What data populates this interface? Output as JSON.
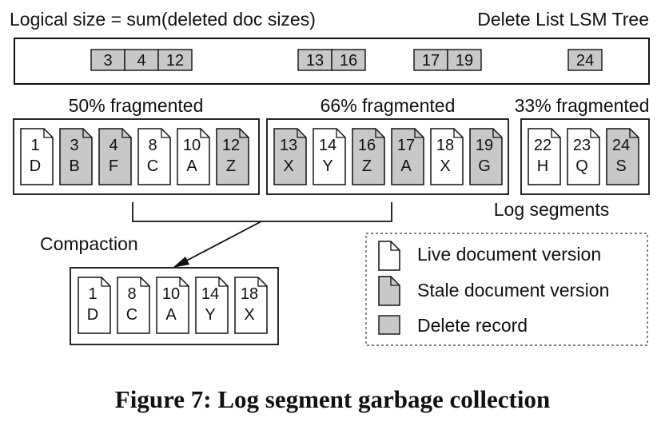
{
  "title_left": "Logical size = sum(deleted doc sizes)",
  "title_right": "Delete List LSM Tree",
  "delete_groups": [
    [
      "3",
      "4",
      "12"
    ],
    [
      "13",
      "16"
    ],
    [
      "17",
      "19"
    ],
    [
      "24"
    ]
  ],
  "segments": [
    {
      "label": "50% fragmented",
      "docs": [
        {
          "num": "1",
          "letter": "D",
          "stale": false
        },
        {
          "num": "3",
          "letter": "B",
          "stale": true
        },
        {
          "num": "4",
          "letter": "F",
          "stale": true
        },
        {
          "num": "8",
          "letter": "C",
          "stale": false
        },
        {
          "num": "10",
          "letter": "A",
          "stale": false
        },
        {
          "num": "12",
          "letter": "Z",
          "stale": true
        }
      ]
    },
    {
      "label": "66% fragmented",
      "docs": [
        {
          "num": "13",
          "letter": "X",
          "stale": true
        },
        {
          "num": "14",
          "letter": "Y",
          "stale": false
        },
        {
          "num": "16",
          "letter": "Z",
          "stale": true
        },
        {
          "num": "17",
          "letter": "A",
          "stale": true
        },
        {
          "num": "18",
          "letter": "X",
          "stale": false
        },
        {
          "num": "19",
          "letter": "G",
          "stale": true
        }
      ]
    },
    {
      "label": "33% fragmented",
      "docs": [
        {
          "num": "22",
          "letter": "H",
          "stale": false
        },
        {
          "num": "23",
          "letter": "Q",
          "stale": false
        },
        {
          "num": "24",
          "letter": "S",
          "stale": true
        }
      ]
    }
  ],
  "log_segments_label": "Log segments",
  "compaction_label": "Compaction",
  "compacted": [
    {
      "num": "1",
      "letter": "D"
    },
    {
      "num": "8",
      "letter": "C"
    },
    {
      "num": "10",
      "letter": "A"
    },
    {
      "num": "14",
      "letter": "Y"
    },
    {
      "num": "18",
      "letter": "X"
    }
  ],
  "legend": {
    "live": "Live document version",
    "stale": "Stale document version",
    "delete": "Delete record"
  },
  "caption": "Figure 7: Log segment garbage collection",
  "colors": {
    "stale_fill": "#c8c8c8",
    "live_fill": "#ffffff",
    "stroke": "#111111"
  }
}
